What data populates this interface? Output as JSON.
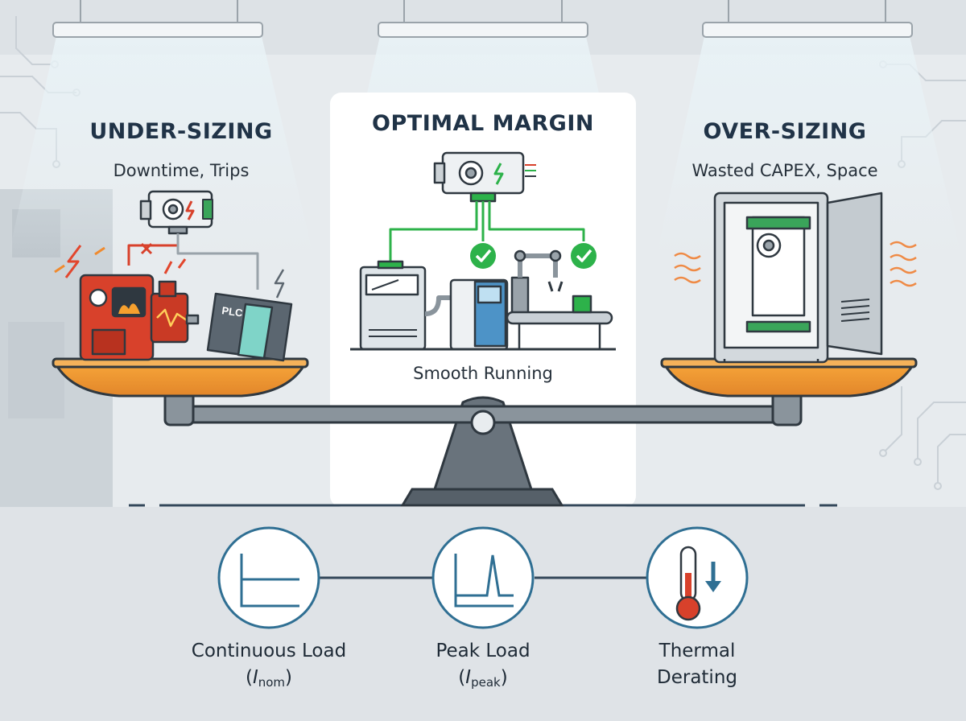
{
  "panels": {
    "under": {
      "title": "UNDER-SIZING",
      "subtitle": "Downtime, Trips",
      "plc_text": "PLC"
    },
    "optimal": {
      "title": "OPTIMAL MARGIN",
      "caption": "Smooth Running"
    },
    "over": {
      "title": "OVER-SIZING",
      "subtitle": "Wasted CAPEX, Space"
    }
  },
  "factors": [
    {
      "name": "Continuous Load",
      "symbol": "I",
      "subscript": "nom",
      "icon": "flat-load-graph-icon"
    },
    {
      "name": "Peak Load",
      "symbol": "I",
      "subscript": "peak",
      "icon": "peak-load-graph-icon"
    },
    {
      "name": "Thermal",
      "name_line2": "Derating",
      "icon": "thermometer-down-icon"
    }
  ],
  "colors": {
    "accent_blue": "#2f6f93",
    "warning_red": "#d8412b",
    "ok_green": "#2db24a",
    "pan_orange": "#f0962e",
    "steel": "#8a949c"
  }
}
